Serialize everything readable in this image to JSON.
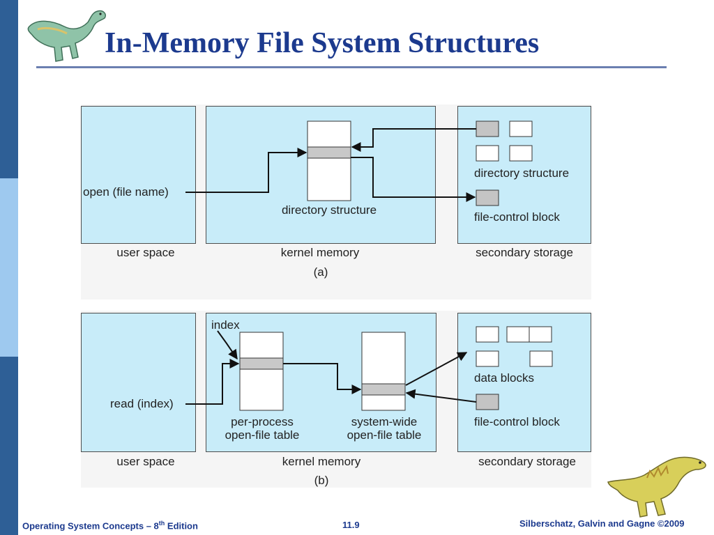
{
  "slide": {
    "title": "In-Memory File System Structures",
    "colors": {
      "title": "#1c3a8e",
      "panel": "#c8ecf9",
      "sidebar_dark": "#2e5f96",
      "sidebar_light": "#9ec9ef"
    }
  },
  "diagram_a": {
    "call_label": "open (file name)",
    "kernel_inner_label": "directory structure",
    "storage_dir_label": "directory structure",
    "storage_fcb_label": "file-control block",
    "user_space_label": "user space",
    "kernel_memory_label": "kernel memory",
    "secondary_storage_label": "secondary storage",
    "caption": "(a)"
  },
  "diagram_b": {
    "index_label": "index",
    "call_label": "read (index)",
    "per_process_label_1": "per-process",
    "per_process_label_2": "open-file table",
    "system_wide_label_1": "system-wide",
    "system_wide_label_2": "open-file table",
    "data_blocks_label": "data blocks",
    "storage_fcb_label": "file-control block",
    "user_space_label": "user space",
    "kernel_memory_label": "kernel memory",
    "secondary_storage_label": "secondary storage",
    "caption": "(b)"
  },
  "footer": {
    "book_title": "Operating System Concepts – 8",
    "edition_sup": "th",
    "edition_word": " Edition",
    "page_number": "11.9",
    "copyright": "Silberschatz, Galvin and Gagne ©2009"
  },
  "icons": {
    "top_left": "dinosaur-icon",
    "bottom_right": "dinosaur-icon"
  }
}
